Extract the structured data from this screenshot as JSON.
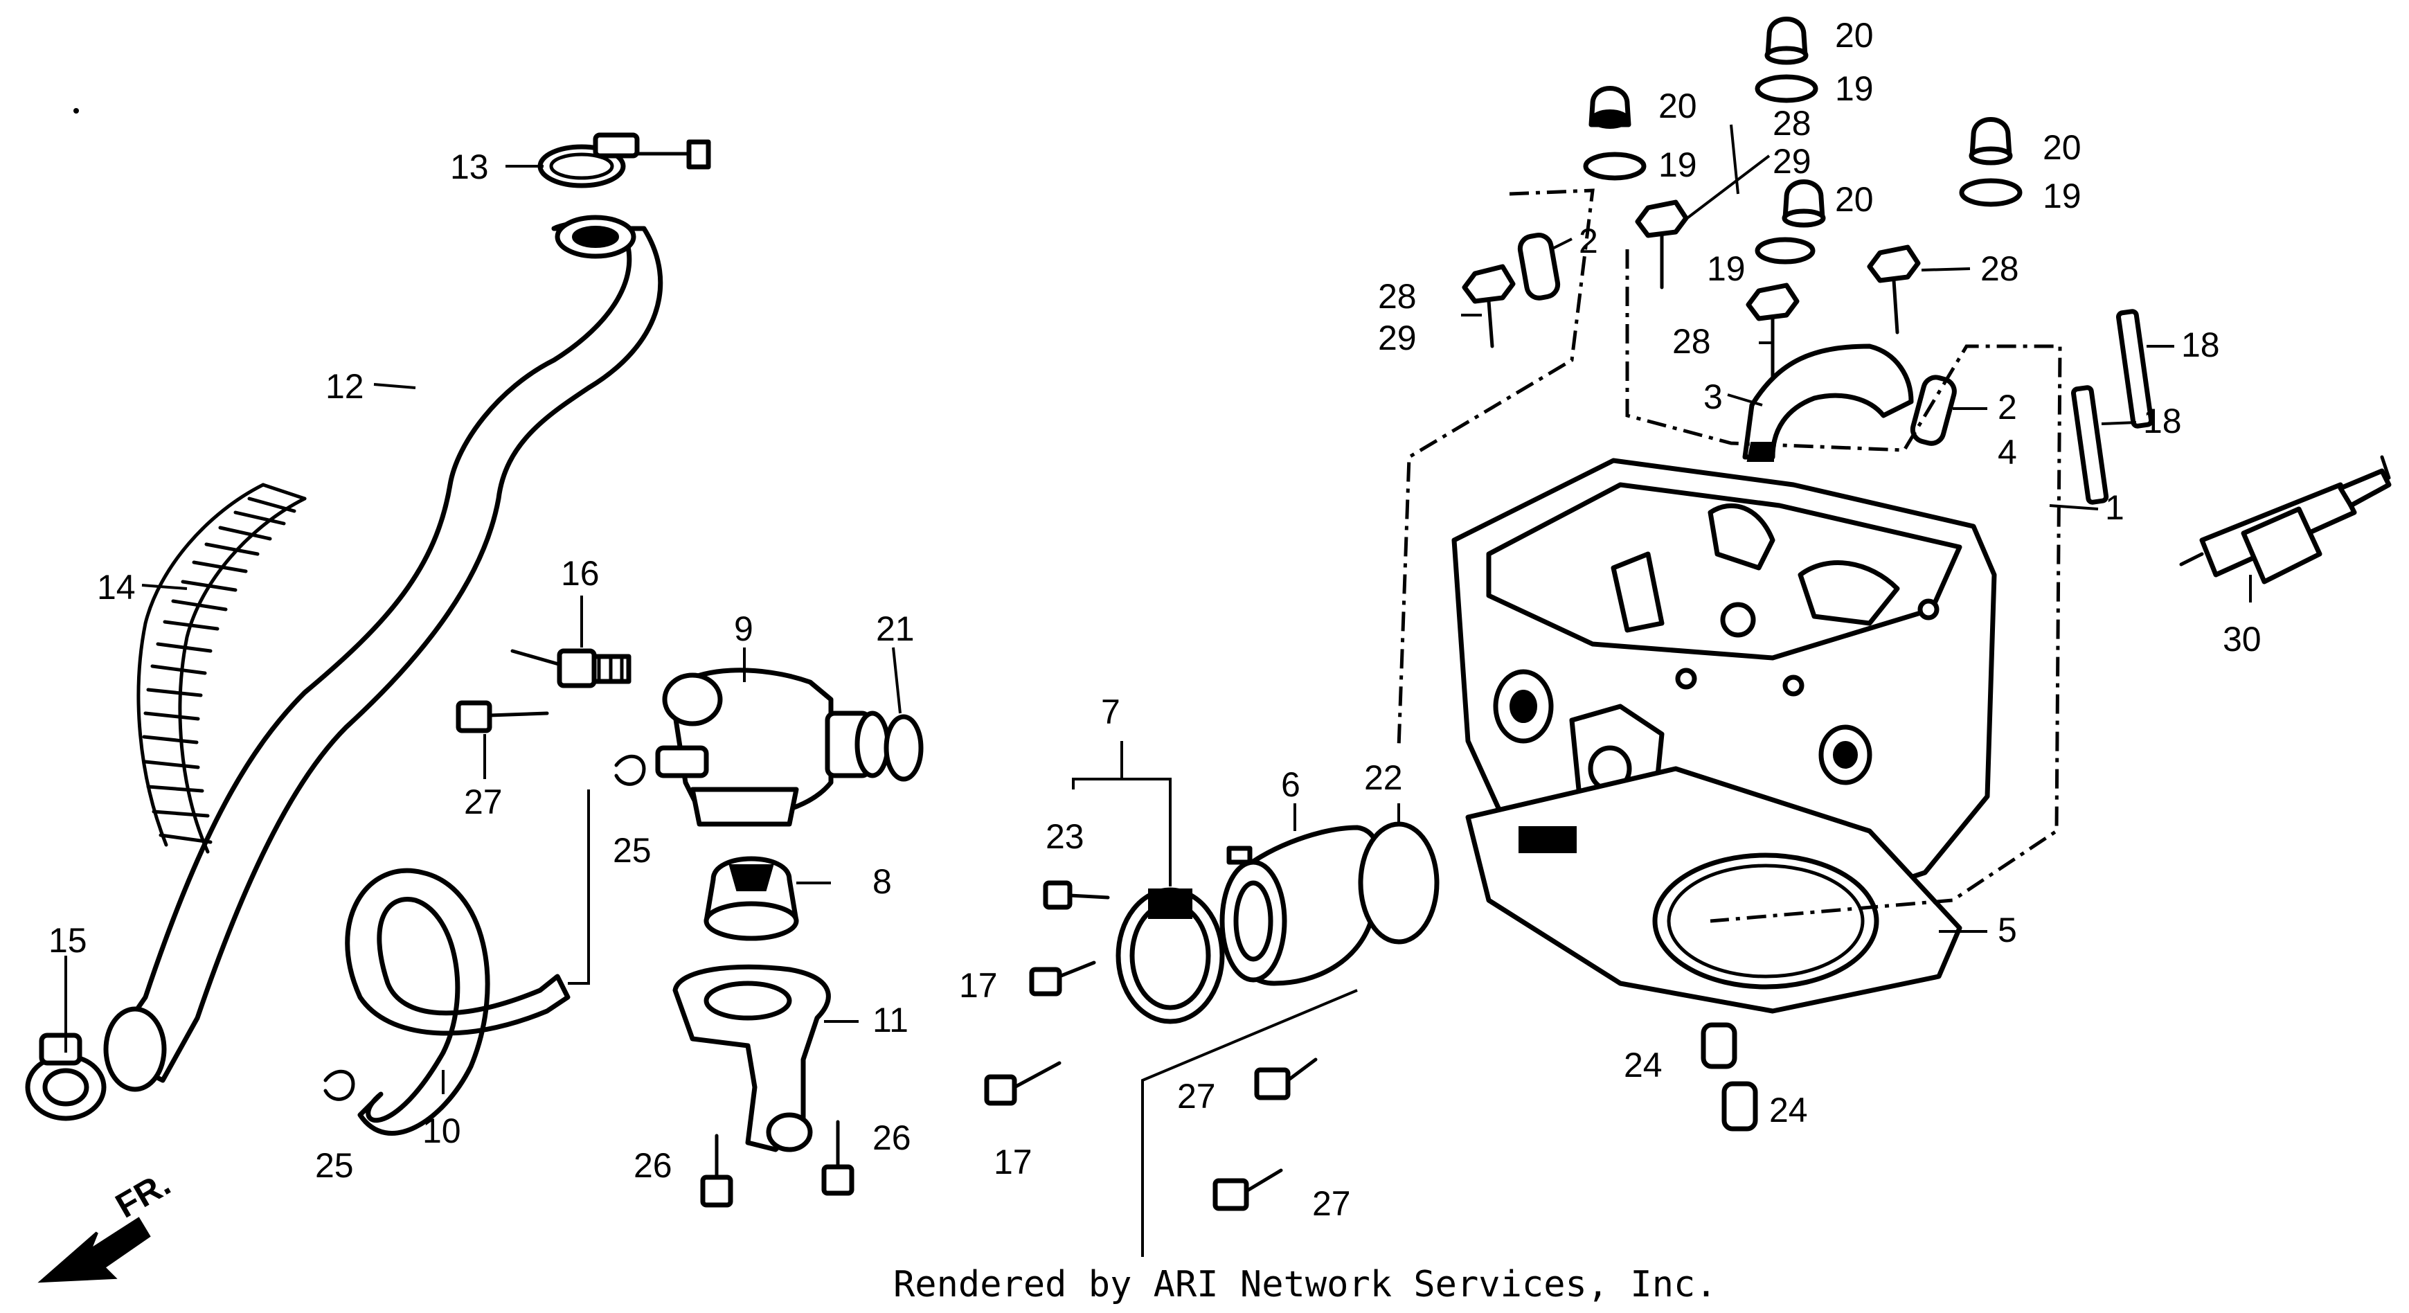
{
  "callouts": {
    "c1": "1",
    "c2a": "2",
    "c2b": "2",
    "c3": "3",
    "c4": "4",
    "c5": "5",
    "c6": "6",
    "c7": "7",
    "c8": "8",
    "c9": "9",
    "c10": "10",
    "c11": "11",
    "c12": "12",
    "c13": "13",
    "c14": "14",
    "c15": "15",
    "c16": "16",
    "c17a": "17",
    "c17b": "17",
    "c18a": "18",
    "c18b": "18",
    "c19a": "19",
    "c19b": "19",
    "c19c": "19",
    "c19d": "19",
    "c20a": "20",
    "c20b": "20",
    "c20c": "20",
    "c20d": "20",
    "c21": "21",
    "c22": "22",
    "c23": "23",
    "c24a": "24",
    "c24b": "24",
    "c25a": "25",
    "c25b": "25",
    "c26a": "26",
    "c26b": "26",
    "c27a": "27",
    "c27b": "27",
    "c27c": "27",
    "c28a": "28",
    "c28b": "28",
    "c28c": "28",
    "c28d": "28",
    "c29a": "29",
    "c29b": "29",
    "c30": "30"
  },
  "front_marker": "FR.",
  "footer": "Rendered by ARI Network Services, Inc."
}
